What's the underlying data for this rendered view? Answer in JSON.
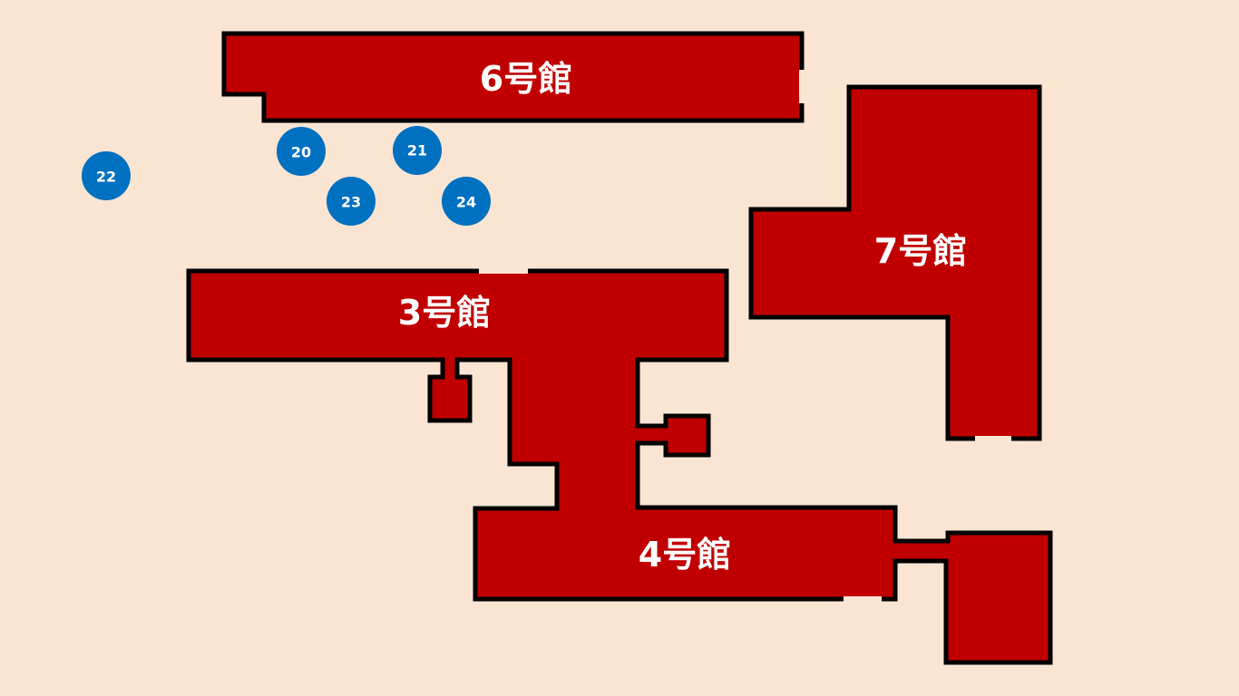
{
  "colors": {
    "background": "#fae5d3",
    "building": "#c00000",
    "outline": "#000000",
    "marker": "#0070c0"
  },
  "buildings": [
    {
      "id": "b6",
      "label": "6号館"
    },
    {
      "id": "b7",
      "label": "7号館"
    },
    {
      "id": "b3",
      "label": "3号館"
    },
    {
      "id": "b4",
      "label": "4号館"
    }
  ],
  "markers": [
    {
      "label": "20"
    },
    {
      "label": "21"
    },
    {
      "label": "22"
    },
    {
      "label": "23"
    },
    {
      "label": "24"
    }
  ]
}
